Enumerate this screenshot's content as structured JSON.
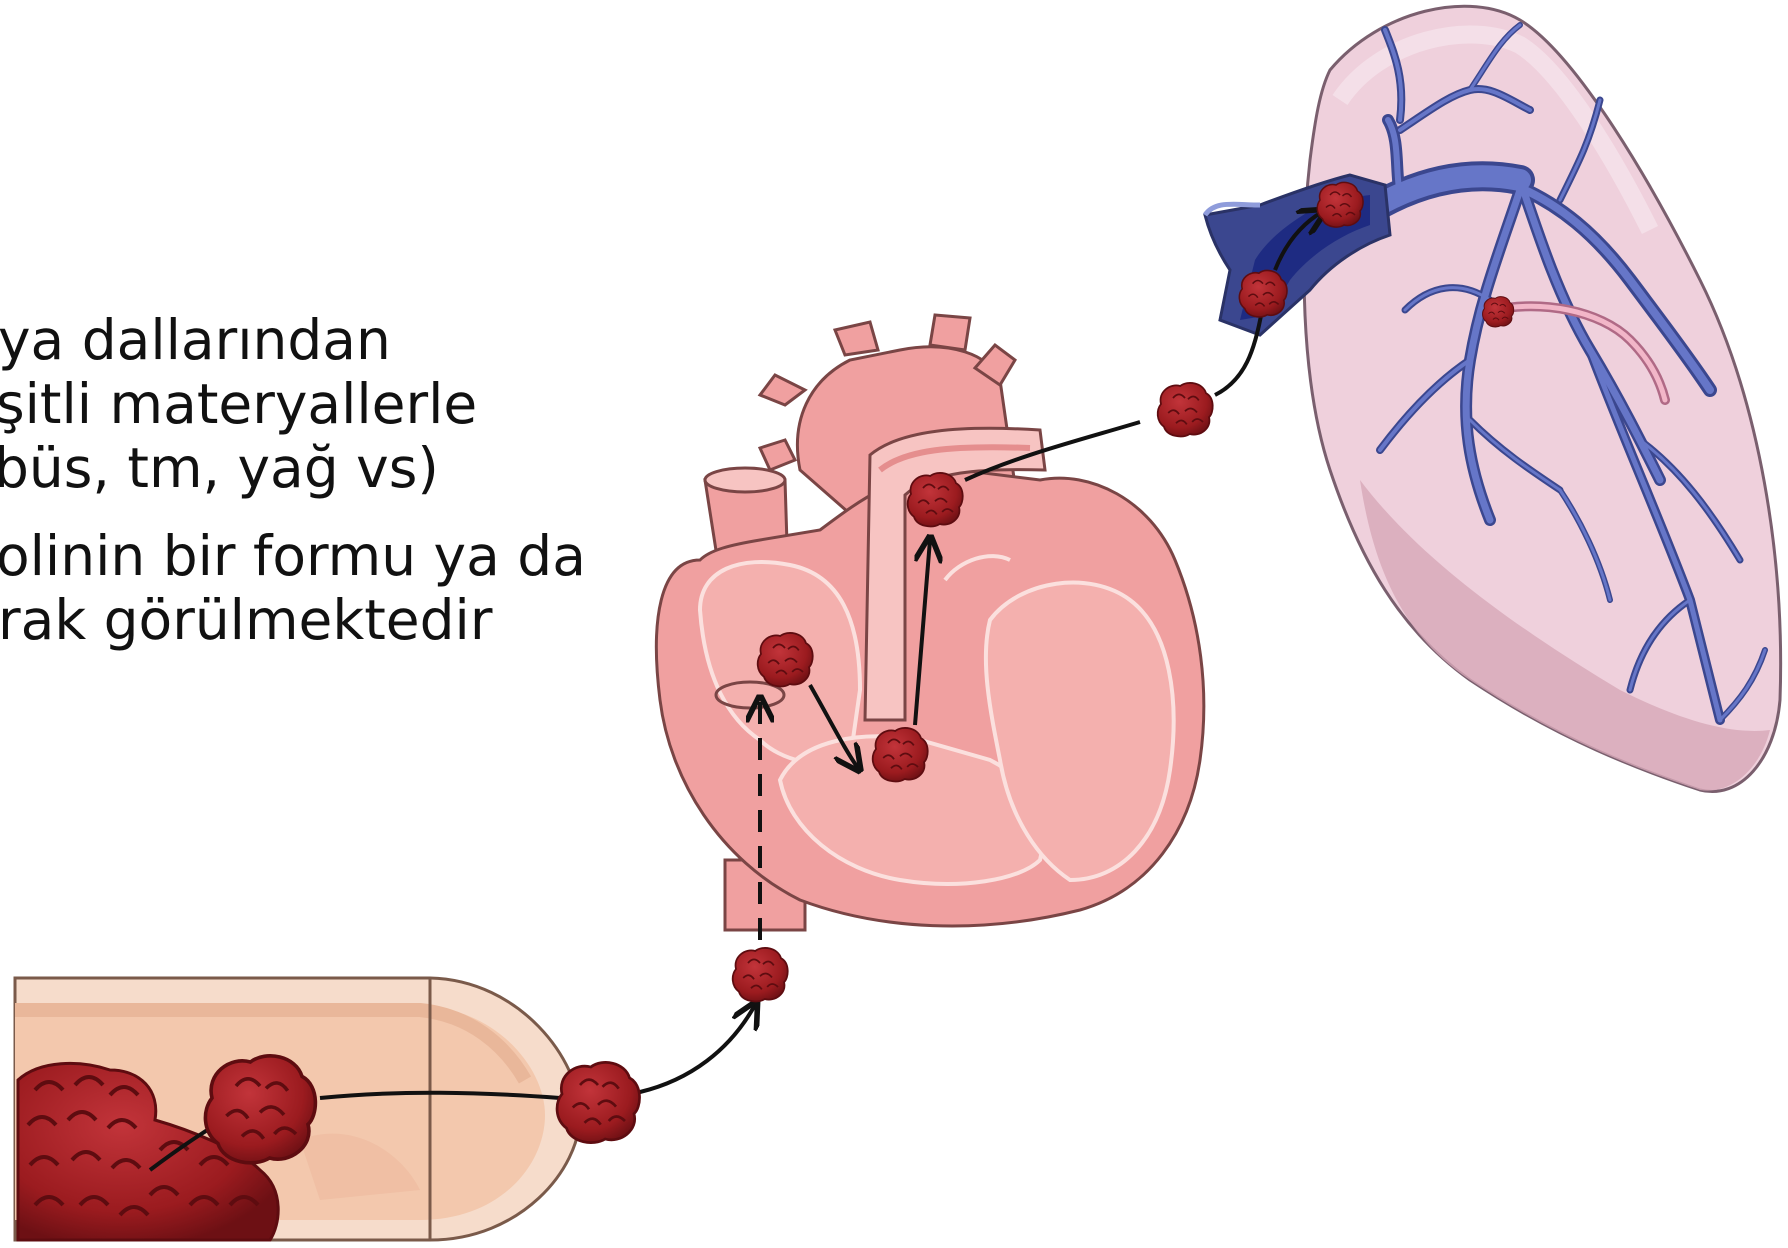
{
  "slide": {
    "text_lines": [
      "ya dallarından",
      "şitli materyallerle",
      "büs, tm, yağ vs)",
      "olinin bir formu ya da",
      "rak görülmektedir"
    ]
  },
  "colors": {
    "clot": "#9b1b1f",
    "clot_dark": "#5e0c10",
    "heart": "#f0a0a0",
    "heart_light": "#f7c4c2",
    "vessel_blue": "#6676c8",
    "lung": "#efd0dc",
    "vein_outer": "#f6dccb",
    "vein_inner": "#f3c8ad"
  },
  "icons": [
    "clot-icon",
    "arrow-icon",
    "heart-icon",
    "lung-icon",
    "vein-icon"
  ]
}
